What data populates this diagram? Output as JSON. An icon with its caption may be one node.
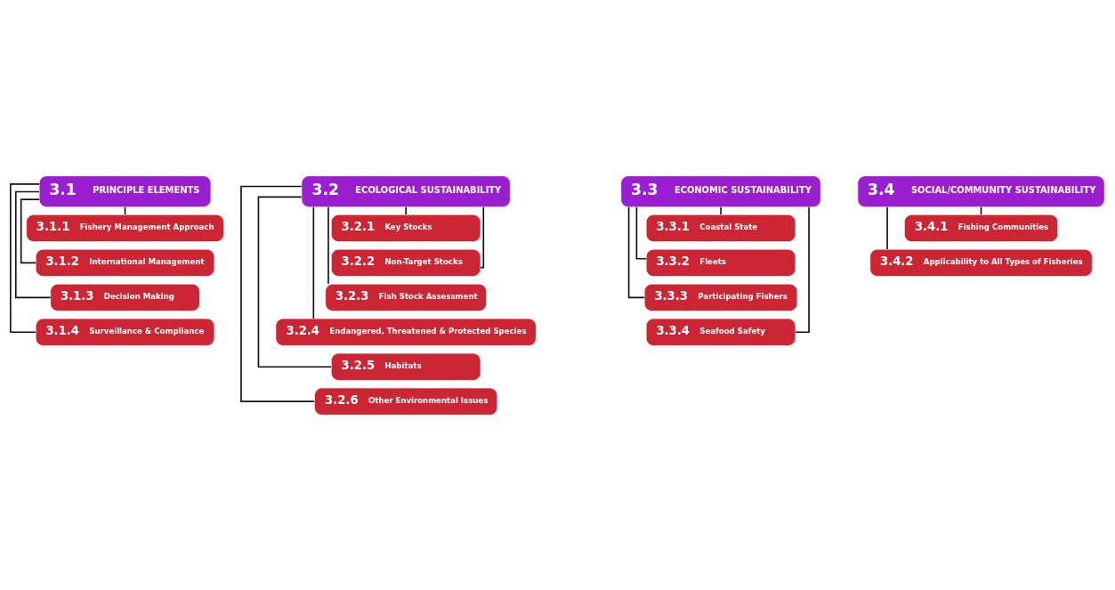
{
  "diagram": {
    "nodes": [
      {
        "text": [
          "3.1",
          "PRINCIPLE ELEMENTS"
        ]
      },
      {
        "text": [
          "3.1.1",
          "Fishery Management Approach"
        ]
      },
      {
        "text": [
          "3.1.2",
          "International Management"
        ]
      },
      {
        "text": [
          "3.1.3",
          "Decision Making"
        ]
      },
      {
        "text": [
          "3.1.4",
          "Surveillance & Compliance"
        ]
      },
      {
        "text": [
          "3.2",
          "ECOLOGICAL SUSTAINABILITY"
        ]
      },
      {
        "text": [
          "3.2.1",
          "Key Stocks"
        ]
      },
      {
        "text": [
          "3.2.2",
          "Non-Target Stocks"
        ]
      },
      {
        "text": [
          "3.2.3",
          "Fish Stock Assessment"
        ]
      },
      {
        "text": [
          "3.2.4",
          "Endangered, Threatened & Protected Species"
        ]
      },
      {
        "text": [
          "3.2.5",
          "Habitats"
        ]
      },
      {
        "text": [
          "3.2.6",
          "Other Environmental Issues"
        ]
      },
      {
        "text": [
          "3.3",
          "ECONOMIC SUSTAINABILITY"
        ]
      },
      {
        "text": [
          "3.3.1",
          "Coastal State"
        ]
      },
      {
        "text": [
          "3.3.2",
          "Fleets"
        ]
      },
      {
        "text": [
          "3.3.3",
          "Participating Fishers"
        ]
      },
      {
        "text": [
          "3.3.4",
          "Seafood Safety"
        ]
      },
      {
        "text": [
          "3.4",
          "SOCIAL/COMMUNITY SUSTAINABILITY"
        ]
      },
      {
        "text": [
          "3.4.1",
          "Fishing Communities"
        ]
      },
      {
        "text": [
          "3.4.2",
          "Applicability to All Types of Fisheries"
        ]
      }
    ],
    "edges": [
      {
        "from": 0,
        "to": 1,
        "arrow": "none"
      },
      {
        "from": 0,
        "to": 2,
        "arrow": "none"
      },
      {
        "from": 0,
        "to": 3,
        "arrow": "none"
      },
      {
        "from": 0,
        "to": 4,
        "arrow": "none"
      },
      {
        "from": 5,
        "to": 6,
        "arrow": "none"
      },
      {
        "from": 5,
        "to": 7,
        "arrow": "none"
      },
      {
        "from": 5,
        "to": 8,
        "arrow": "none"
      },
      {
        "from": 5,
        "to": 9,
        "arrow": "none"
      },
      {
        "from": 5,
        "to": 10,
        "arrow": "none"
      },
      {
        "from": 5,
        "to": 11,
        "arrow": "none"
      },
      {
        "from": 12,
        "to": 13,
        "arrow": "none"
      },
      {
        "from": 12,
        "to": 14,
        "arrow": "none"
      },
      {
        "from": 12,
        "to": 15,
        "arrow": "none"
      },
      {
        "from": 12,
        "to": 16,
        "arrow": "none"
      },
      {
        "from": 17,
        "to": 18,
        "arrow": "none"
      },
      {
        "from": 17,
        "to": 19,
        "arrow": "none"
      }
    ]
  }
}
